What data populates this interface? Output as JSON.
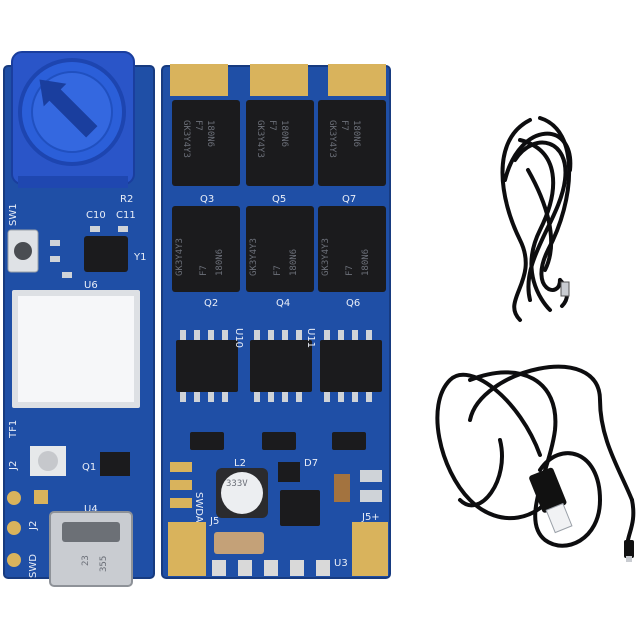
{
  "colors": {
    "pcb": "#1f4fa6",
    "pcb_dark": "#173b80",
    "pad": "#d9b35c",
    "chip": "#1b1b1d",
    "pot": "#2a55c8",
    "usb": "#c9ccd1",
    "cable": "#0d0d0f"
  },
  "silkscreen": {
    "r2": "R2",
    "sw1": "SW1",
    "c10": "C10",
    "c11": "C11",
    "y1": "Y1",
    "u6": "U6",
    "tf1": "TF1",
    "j2": "J2",
    "q1": "Q1",
    "u4": "U4",
    "swd": "SWD",
    "q2": "Q2",
    "q3": "Q3",
    "q4": "Q4",
    "q5": "Q5",
    "q6": "Q6",
    "q7": "Q7",
    "u10": "U10",
    "u11": "U11",
    "l2": "L2",
    "d7": "D7",
    "swda": "SWDA",
    "u3": "U3",
    "j5": "J5",
    "j5plus": "J5+"
  },
  "mosfet_marking": {
    "line1": "180N6",
    "line2": "F7",
    "line3": "GK3Y4Y3"
  },
  "inductor_marking": "333V",
  "usb_marking": {
    "line1": "23",
    "line2": "355"
  }
}
